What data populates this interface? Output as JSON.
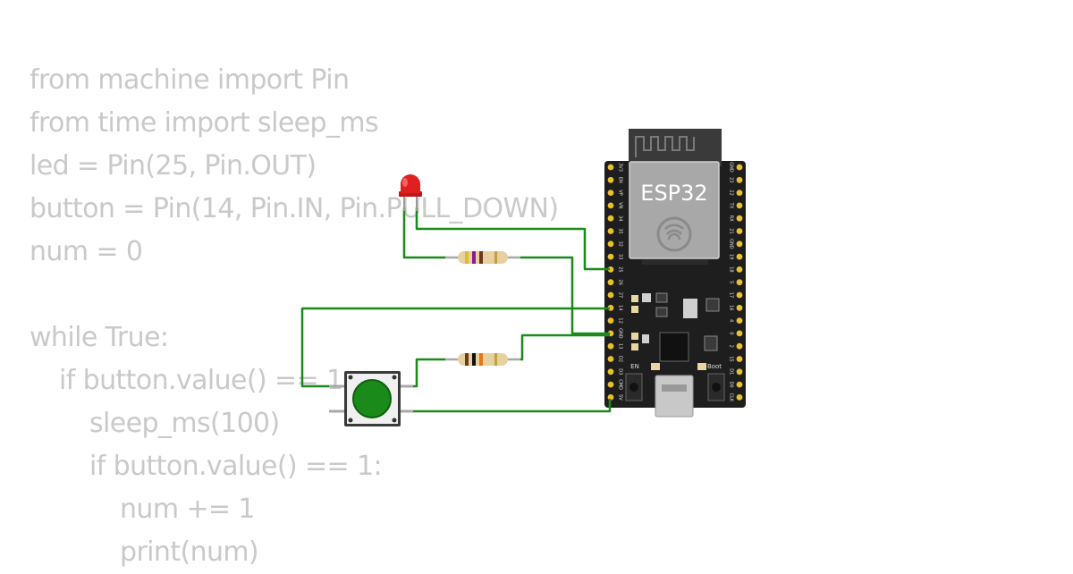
{
  "code": {
    "lines": [
      {
        "indent": 0,
        "text": "from machine import Pin"
      },
      {
        "indent": 0,
        "text": "from time import sleep_ms"
      },
      {
        "indent": 0,
        "text": "led = Pin(25, Pin.OUT)"
      },
      {
        "indent": 0,
        "text": "button = Pin(14, Pin.IN, Pin.PULL_DOWN)"
      },
      {
        "indent": 0,
        "text": "num = 0"
      },
      {
        "indent": 0,
        "text": ""
      },
      {
        "indent": 0,
        "text": "while True:"
      },
      {
        "indent": 1,
        "text": "if button.value() == 1:"
      },
      {
        "indent": 2,
        "text": "sleep_ms(100)"
      },
      {
        "indent": 2,
        "text": "if button.value() == 1:"
      },
      {
        "indent": 3,
        "text": "num += 1"
      },
      {
        "indent": 3,
        "text": "print(num)"
      }
    ]
  },
  "board": {
    "title": "ESP32",
    "en_label": "EN",
    "boot_label": "Boot",
    "left_pins": [
      "3V3",
      "EN",
      "VP",
      "VN",
      "34",
      "35",
      "32",
      "33",
      "25",
      "26",
      "27",
      "14",
      "12",
      "GND",
      "13",
      "D2",
      "D3",
      "CMD",
      "5V"
    ],
    "right_pins": [
      "GND",
      "23",
      "22",
      "TX",
      "RX",
      "21",
      "GND",
      "19",
      "18",
      "5",
      "17",
      "16",
      "4",
      "0",
      "2",
      "15",
      "D1",
      "D0",
      "CLK"
    ]
  },
  "components": {
    "led": {
      "name": "red-led",
      "color": "#e02020"
    },
    "resistor_led": {
      "name": "resistor-led"
    },
    "resistor_button": {
      "name": "resistor-pulldown"
    },
    "button": {
      "name": "push-button",
      "color": "#1a8a1a"
    }
  },
  "colors": {
    "wire": "#1a8a1a",
    "code_text": "#c9c9c9",
    "board_body": "#1e1e1e",
    "pin_pad": "#e8c030"
  }
}
